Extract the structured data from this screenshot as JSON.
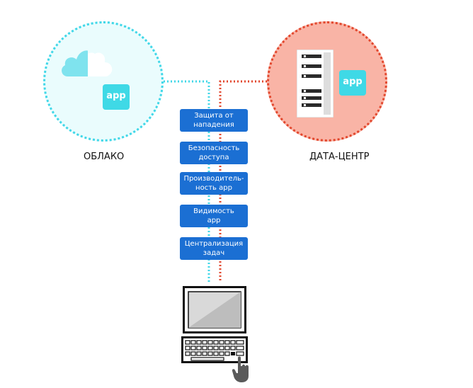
{
  "nodes": {
    "cloud": {
      "label": "ОБЛАКО",
      "app_badge": "app",
      "icon": "cloud-icon"
    },
    "datacenter": {
      "label": "ДАТА-ЦЕНТР",
      "app_badge": "app",
      "icon": "server-rack-icon"
    }
  },
  "features": [
    {
      "label": "Защита от\nнападения"
    },
    {
      "label": "Безопасность\nдоступа"
    },
    {
      "label": "Производитель-\nность app"
    },
    {
      "label": "Видимость\napp"
    },
    {
      "label": "Централизация\nзадач"
    }
  ],
  "client": {
    "icons": [
      "computer-monitor-icon",
      "keyboard-icon",
      "hand-pointer-icon"
    ]
  },
  "colors": {
    "cloud_accent": "#3fd7e8",
    "cloud_fill": "#eafcfd",
    "datacenter_accent": "#e2462c",
    "datacenter_fill": "#f9b4a6",
    "feature_box": "#1b6fd3",
    "app_badge": "#3fd9e6"
  }
}
